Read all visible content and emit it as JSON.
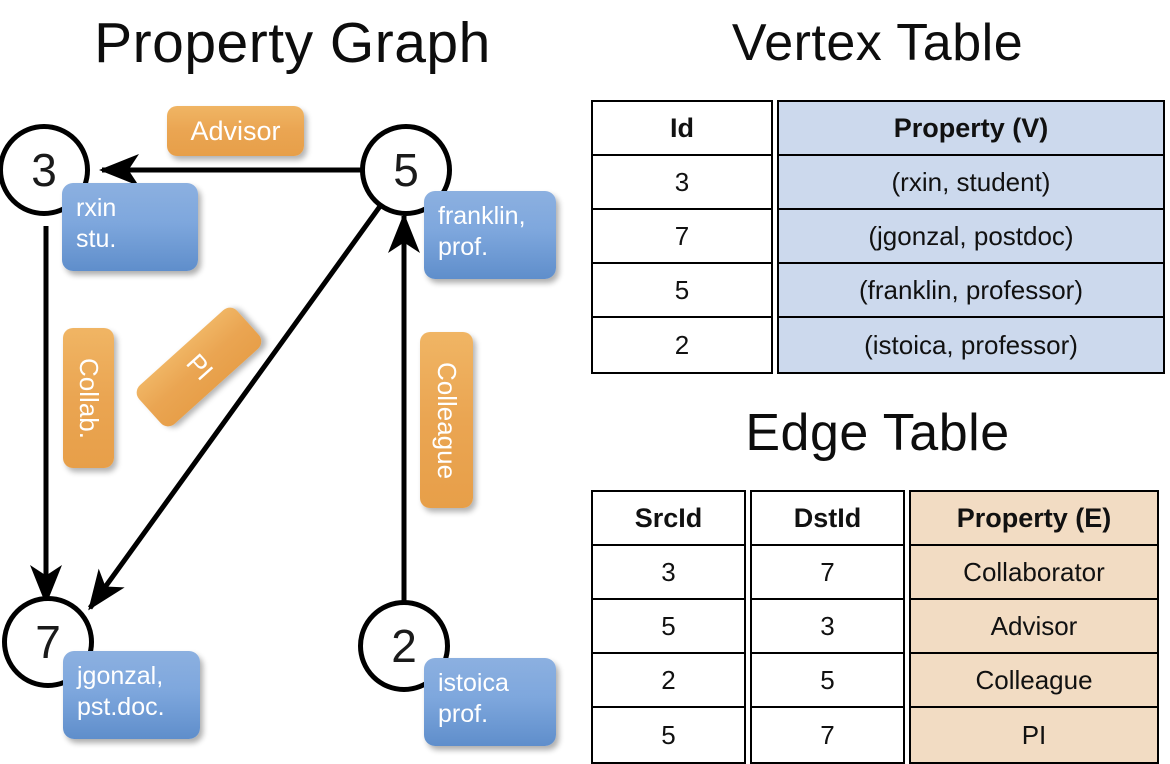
{
  "titles": {
    "property_graph": "Property Graph",
    "vertex_table": "Vertex Table",
    "edge_table": "Edge Table"
  },
  "colors": {
    "vertex_property_fill": "#ccd9ed",
    "edge_property_fill": "#f2dcc3",
    "vertex_callout_blue": "#7ea7dd",
    "edge_label_orange": "#eaa552",
    "stroke": "#000000"
  },
  "graph": {
    "nodes": [
      {
        "id": "3",
        "property_lines": [
          "rxin",
          "stu."
        ]
      },
      {
        "id": "5",
        "property_lines": [
          "franklin,",
          "prof."
        ]
      },
      {
        "id": "7",
        "property_lines": [
          "jgonzal,",
          "pst.doc."
        ]
      },
      {
        "id": "2",
        "property_lines": [
          "istoica",
          "prof."
        ]
      }
    ],
    "edge_labels": [
      {
        "text": "Advisor",
        "orientation": "horizontal"
      },
      {
        "text": "Collab.",
        "orientation": "vertical"
      },
      {
        "text": "PI",
        "orientation": "diagonal"
      },
      {
        "text": "Colleague",
        "orientation": "vertical"
      }
    ]
  },
  "vertex_table": {
    "headers": [
      "Id",
      "Property (V)"
    ],
    "rows": [
      {
        "id": "3",
        "property": "(rxin, student)"
      },
      {
        "id": "7",
        "property": "(jgonzal, postdoc)"
      },
      {
        "id": "5",
        "property": "(franklin, professor)"
      },
      {
        "id": "2",
        "property": "(istoica, professor)"
      }
    ]
  },
  "edge_table": {
    "headers": [
      "SrcId",
      "DstId",
      "Property (E)"
    ],
    "rows": [
      {
        "src": "3",
        "dst": "7",
        "property": "Collaborator"
      },
      {
        "src": "5",
        "dst": "3",
        "property": "Advisor"
      },
      {
        "src": "2",
        "dst": "5",
        "property": "Colleague"
      },
      {
        "src": "5",
        "dst": "7",
        "property": "PI"
      }
    ]
  }
}
